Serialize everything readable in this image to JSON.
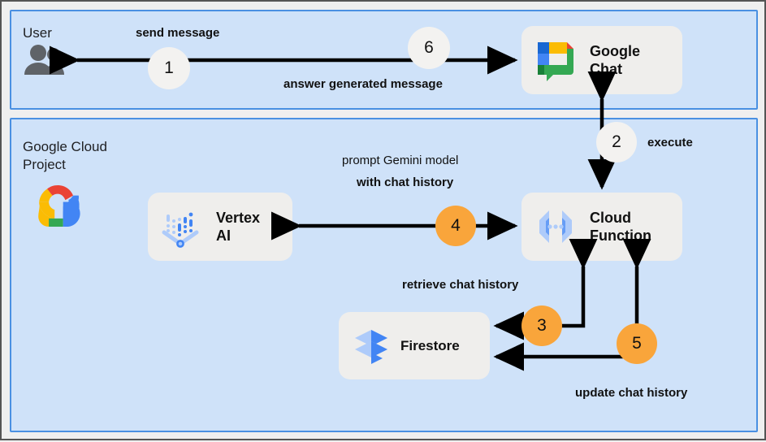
{
  "panels": [
    {
      "id": "user",
      "title": "User"
    },
    {
      "id": "gcp",
      "title": "Google Cloud\nProject"
    }
  ],
  "cards": [
    {
      "id": "google-chat",
      "label": "Google\nChat",
      "icon": "google-chat-icon"
    },
    {
      "id": "vertex-ai",
      "label": "Vertex\nAI",
      "icon": "vertex-ai-icon"
    },
    {
      "id": "cloud-function",
      "label": "Cloud\nFunction",
      "icon": "cloud-function-icon"
    },
    {
      "id": "firestore",
      "label": "Firestore",
      "icon": "firestore-icon"
    }
  ],
  "labels": {
    "send_message": "send message",
    "answer_generated_message": "answer generated message",
    "execute": "execute",
    "prompt_line1": "prompt Gemini model",
    "prompt_line2": "with chat history",
    "retrieve_chat_history": "retrieve chat history",
    "update_chat_history": "update chat history"
  },
  "steps": [
    {
      "n": "1",
      "color": "gray",
      "label": "answer generated message"
    },
    {
      "n": "2",
      "color": "gray",
      "label": "execute"
    },
    {
      "n": "3",
      "color": "orange",
      "label": "retrieve chat history"
    },
    {
      "n": "4",
      "color": "orange",
      "label": "prompt Gemini model with chat history"
    },
    {
      "n": "5",
      "color": "orange",
      "label": "update chat history"
    },
    {
      "n": "6",
      "color": "gray",
      "label": "send message"
    }
  ],
  "icons": {
    "user": "users-icon",
    "google_cloud": "google-cloud-logo"
  },
  "colors": {
    "panel_fill": "#cfe2f9",
    "panel_border": "#4a90e2",
    "card_fill": "#efeeec",
    "page_background": "#efefef",
    "badge_orange": "#f9a53b",
    "badge_gray": "#f3f2f0",
    "arrow": "#000000",
    "google_blue": "#4285f4",
    "google_red": "#ea4335",
    "google_yellow": "#fbbc04",
    "google_green": "#34a853"
  }
}
